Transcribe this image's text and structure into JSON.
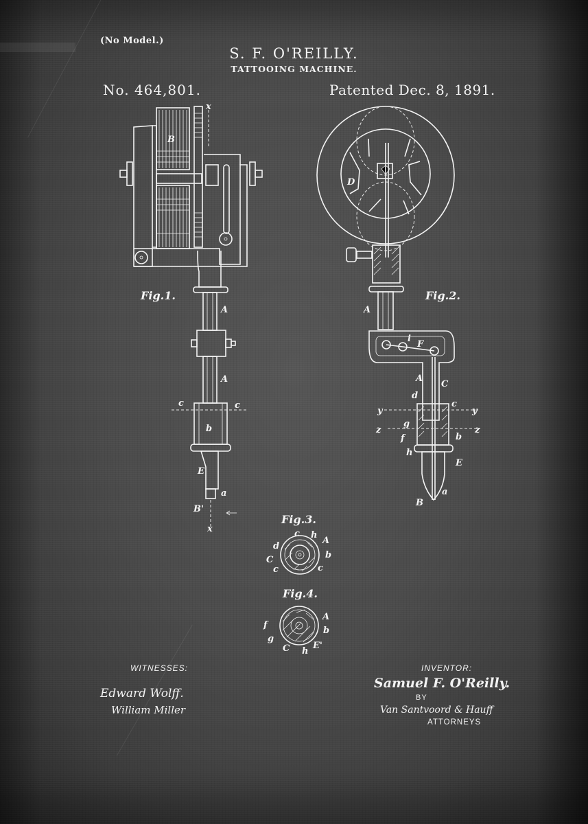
{
  "header": {
    "model_note": "(No Model.)",
    "inventor_name": "S. F. O'REILLY.",
    "invention_title": "TATTOOING MACHINE.",
    "patent_number": "No. 464,801.",
    "patent_date": "Patented Dec. 8, 1891."
  },
  "figures": [
    {
      "id": "fig1",
      "label": "Fig.1.",
      "part_labels": [
        "x",
        "B",
        "A",
        "A",
        "c",
        "c",
        "b",
        "E",
        "a",
        "B'",
        "x"
      ]
    },
    {
      "id": "fig2",
      "label": "Fig.2.",
      "part_labels": [
        "D",
        "A",
        "i",
        "F",
        "A",
        "C",
        "d",
        "c",
        "y",
        "y",
        "g",
        "z",
        "z",
        "f",
        "b",
        "h",
        "E",
        "a",
        "B"
      ]
    },
    {
      "id": "fig3",
      "label": "Fig.3.",
      "part_labels": [
        "c",
        "h",
        "A",
        "d",
        "b",
        "C",
        "c",
        "c"
      ]
    },
    {
      "id": "fig4",
      "label": "Fig.4.",
      "part_labels": [
        "A",
        "f",
        "b",
        "g",
        "C",
        "h",
        "E'"
      ]
    }
  ],
  "footer": {
    "witnesses_heading": "WITNESSES:",
    "witnesses": [
      "Edward Wolff.",
      "William Miller"
    ],
    "inventor_heading": "INVENTOR:",
    "inventor_signature": "Samuel F. O'Reilly.",
    "by": "BY",
    "attorney_signature": "Van Santvoord & Hauff",
    "attorneys_heading": "ATTORNEYS"
  }
}
